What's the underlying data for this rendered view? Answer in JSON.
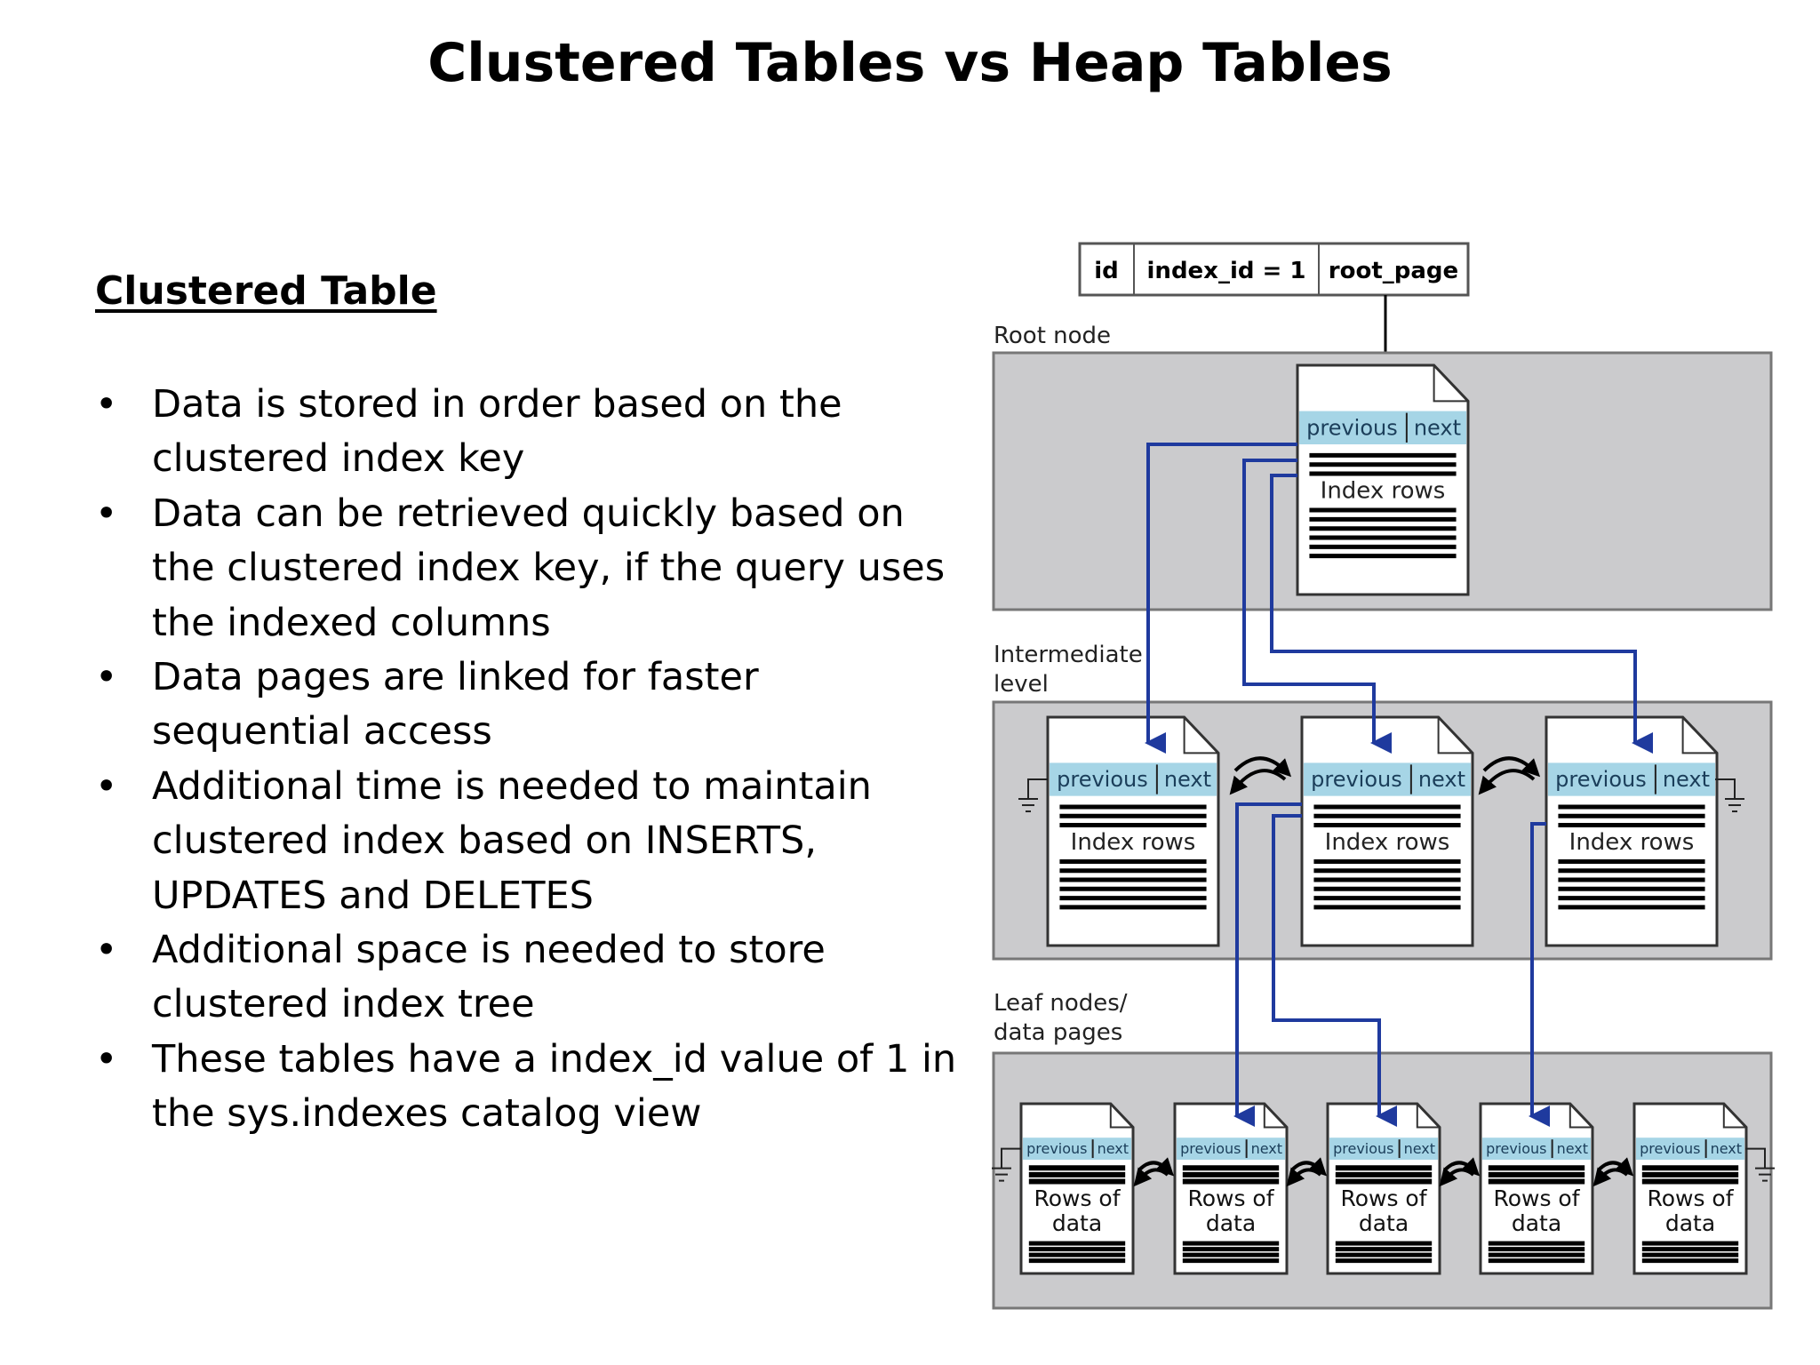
{
  "title": "Clustered Tables vs Heap Tables",
  "section_heading": "Clustered Table",
  "bullets": [
    "Data is stored in order based on the clustered index key",
    "Data can be retrieved quickly based on the clustered index key, if the query uses the indexed columns",
    "Data pages are linked for faster sequential access",
    "Additional time is needed to maintain clustered index based on INSERTS, UPDATES and DELETES",
    "Additional space is needed to store clustered index tree",
    "These tables have a index_id value of 1 in the sys.indexes catalog view"
  ],
  "diagram": {
    "sysindexes_row": [
      "id",
      "index_id = 1",
      "root_page"
    ],
    "levels": {
      "root": "Root node",
      "intermediate": [
        "Intermediate",
        "level"
      ],
      "leaf": [
        "Leaf nodes/",
        "data pages"
      ]
    },
    "page_header": {
      "previous": "previous",
      "next": "next"
    },
    "index_page_text": "Index rows",
    "data_page_text": [
      "Rows of",
      "data"
    ],
    "intermediate_page_count": 3,
    "leaf_page_count": 5,
    "colors": {
      "band": "#cbcbcd",
      "header": "#a6d5e6",
      "pointer": "#1f3a9e"
    }
  }
}
